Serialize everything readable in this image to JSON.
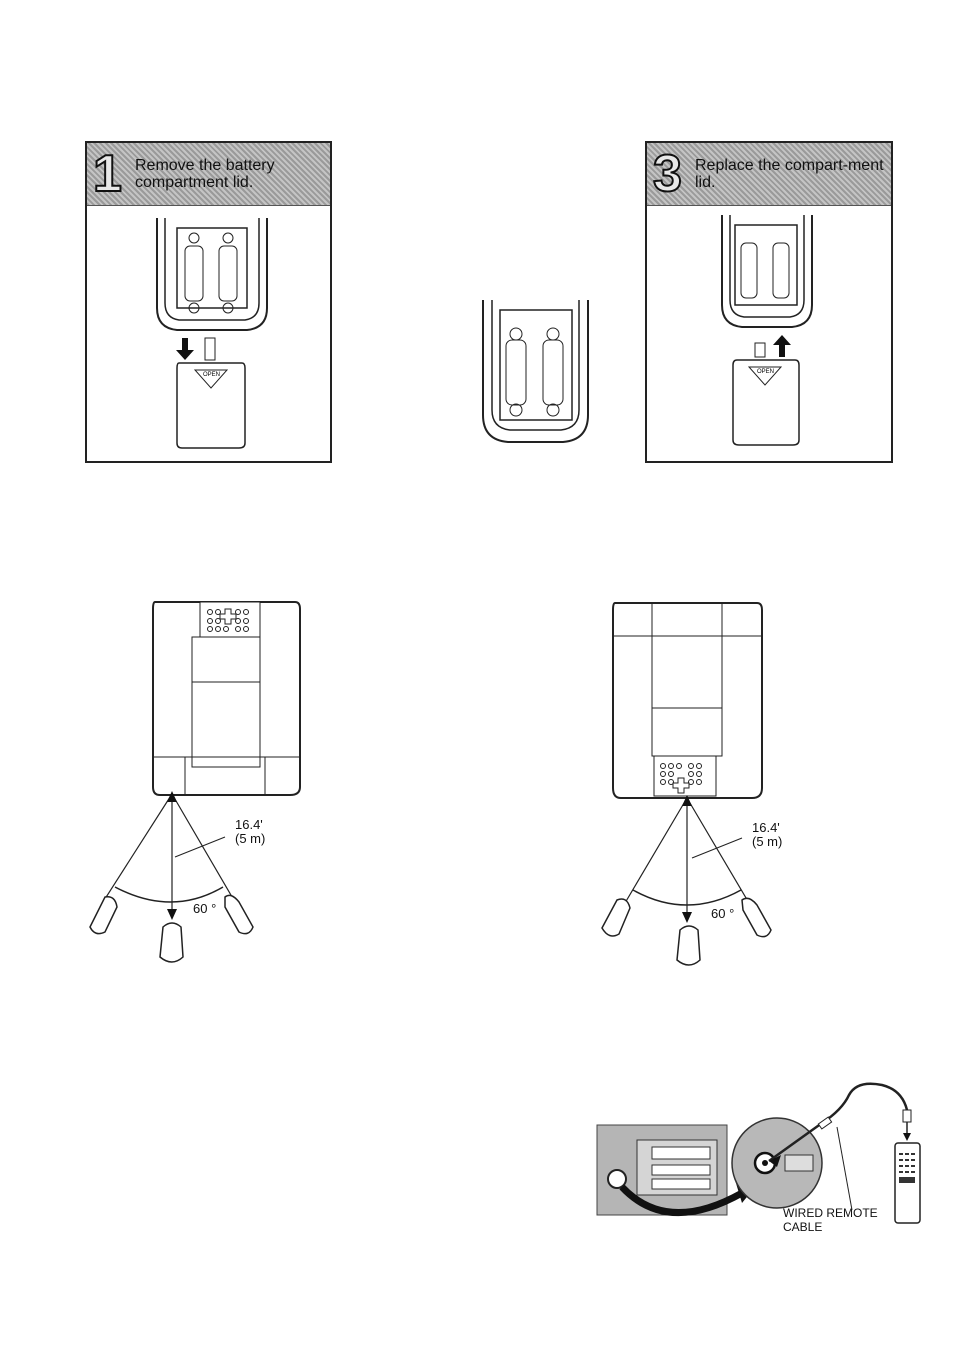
{
  "steps": [
    {
      "number": "1",
      "text": "Remove the battery compartment lid."
    },
    {
      "number": "3",
      "text": "Replace the compart-ment lid."
    }
  ],
  "lid_label": "OPEN",
  "range": {
    "distance": "16.4'",
    "distance_metric": "(5 m)",
    "angle": "60 °"
  },
  "wired": {
    "cable_label_line1": "WIRED REMOTE",
    "cable_label_line2": "CABLE"
  },
  "icons": [
    "remote-battery-icon",
    "arrow-down-icon",
    "arrow-up-icon",
    "projector-icon",
    "remote-control-icon",
    "jack-icon"
  ]
}
